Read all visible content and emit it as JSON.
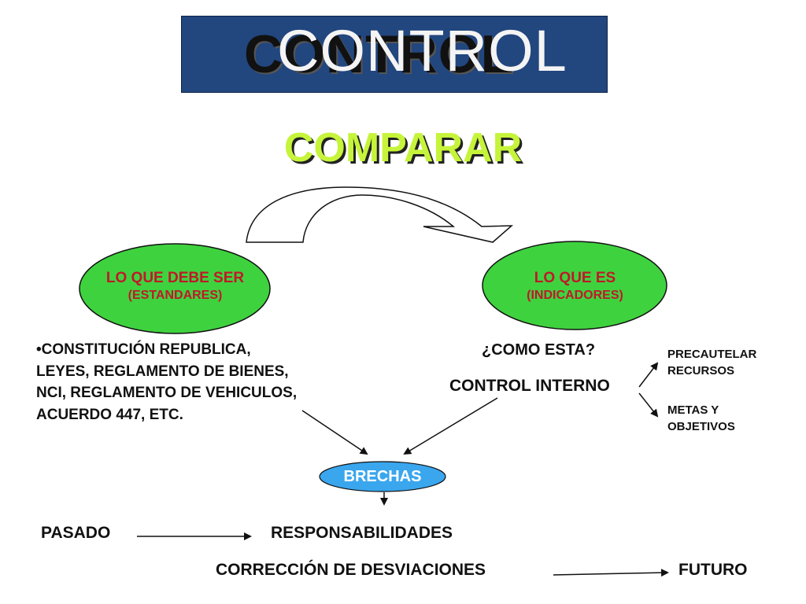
{
  "title": {
    "text": "CONTROL",
    "shadow_text": "CONTROL"
  },
  "subtitle": "COMPARAR",
  "left_oval": {
    "title": "LO QUE DEBE SER",
    "subtitle": "(ESTANDARES)"
  },
  "right_oval": {
    "title": "LO QUE ES",
    "subtitle": "(INDICADORES)"
  },
  "standards_list": [
    "•CONSTITUCIÓN REPUBLICA,",
    "LEYES, REGLAMENTO DE BIENES,",
    "NCI, REGLAMENTO DE VEHICULOS,",
    "ACUERDO 447, ETC."
  ],
  "como_esta": "¿COMO ESTA?",
  "control_interno": "CONTROL INTERNO",
  "precautelar": [
    "PRECAUTELAR",
    "RECURSOS"
  ],
  "metas": [
    "METAS Y",
    "OBJETIVOS"
  ],
  "brechas": "BRECHAS",
  "pasado": "PASADO",
  "responsabilidades": "RESPONSABILIDADES",
  "correccion": "CORRECCIÓN DE DESVIACIONES",
  "futuro": "FUTURO",
  "colors": {
    "title_box": "#22467e",
    "subtitle": "#c6f43a",
    "oval_fill": "#3fd23f",
    "oval_text": "#c0182a",
    "brechas_fill": "#3aa6ee"
  }
}
